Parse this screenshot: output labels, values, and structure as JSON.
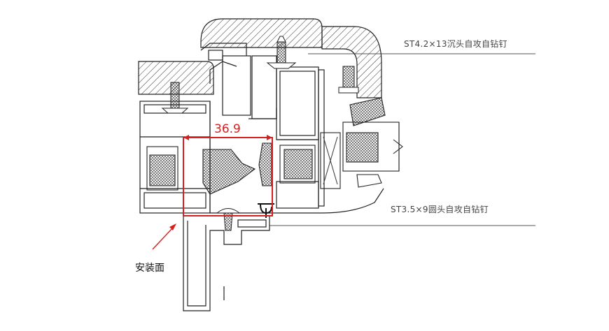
{
  "annotations": {
    "top_screw_label": "ST4.2×13沉头自攻自钻钉",
    "bottom_screw_label": "ST3.5×9圆头自攻自钻钉",
    "dimension_value": "36.9",
    "install_surface_label": "安装面"
  },
  "colors": {
    "line": "#222222",
    "dimension": "#d42020",
    "leader": "#555555"
  }
}
